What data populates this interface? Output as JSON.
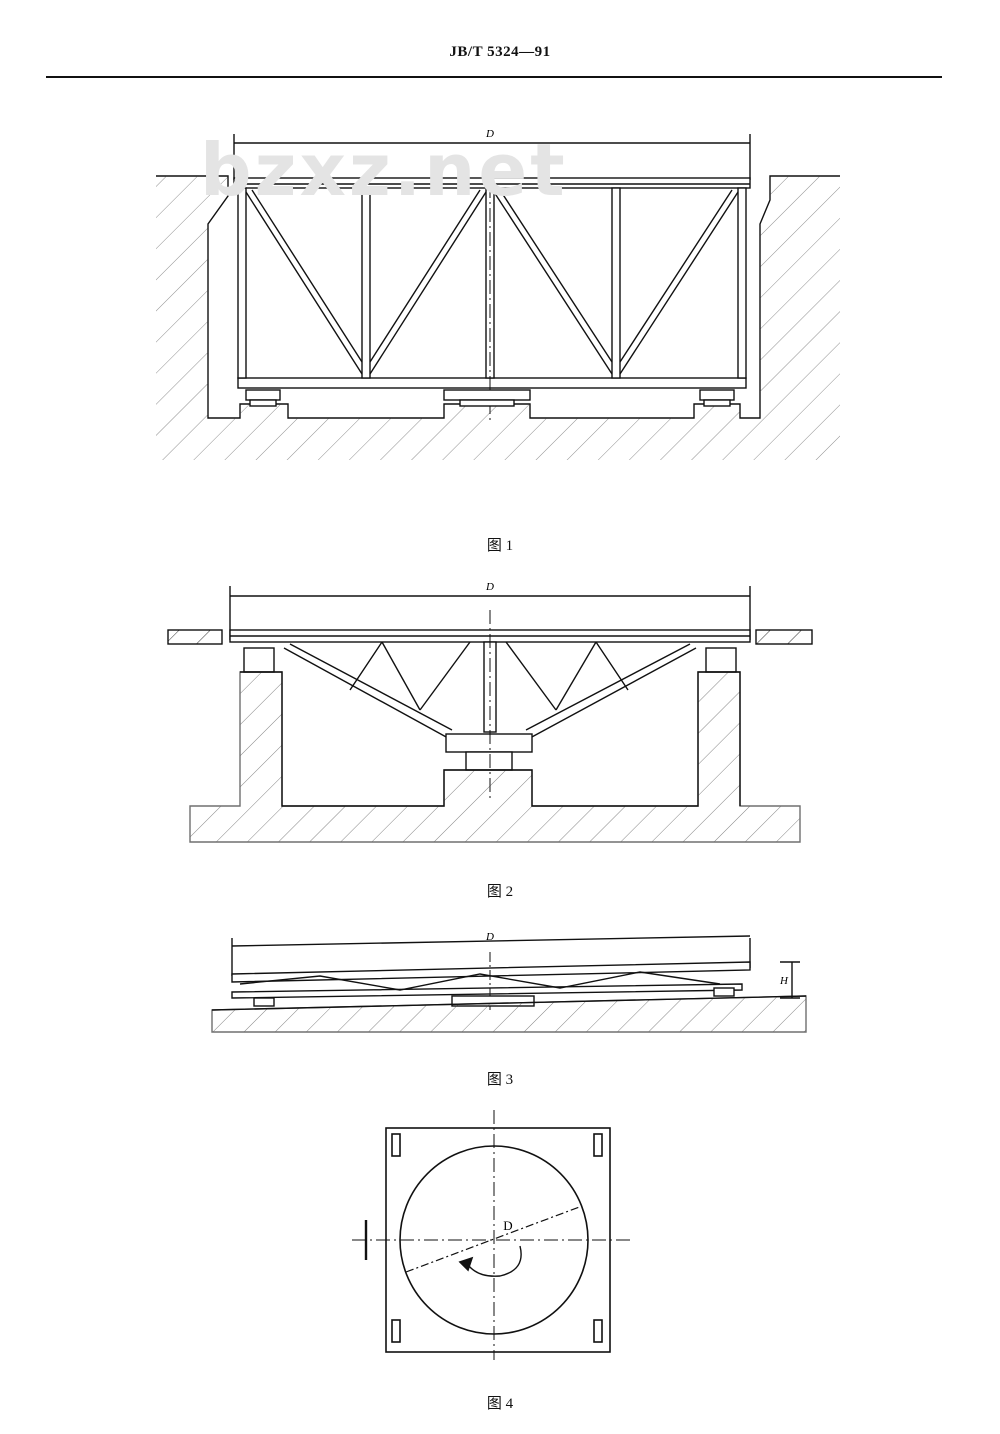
{
  "header": {
    "standard_no": "JB/T 5324—91"
  },
  "watermark": "bzxz.net",
  "figures": [
    {
      "caption": "图 1",
      "dim_label": "D"
    },
    {
      "caption": "图 2",
      "dim_label": "D"
    },
    {
      "caption": "图 3",
      "dim_label": "D",
      "height_label": "H"
    },
    {
      "caption": "图 4",
      "dim_label": "D"
    }
  ]
}
